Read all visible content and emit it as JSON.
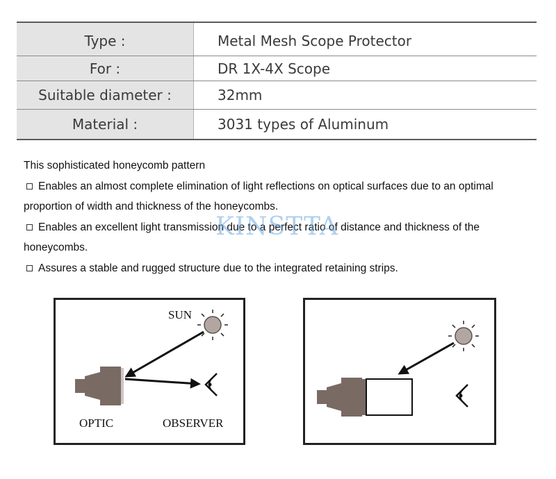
{
  "specs": [
    {
      "label": "Type :",
      "value": "Metal Mesh Scope Protector"
    },
    {
      "label": "For :",
      "value": "DR 1X-4X Scope"
    },
    {
      "label": "Suitable diameter :",
      "value": "32mm"
    },
    {
      "label": "Material :",
      "value": "3031 types of Aluminum"
    }
  ],
  "description": {
    "intro": "This sophisticated honeycomb pattern",
    "bullets": [
      "Enables an almost complete elimination of light reflections on optical surfaces due to an optimal proportion of width and thickness of the honeycombs.",
      "Enables an excellent light transmission due to a perfect ratio of distance and thickness of the honeycombs.",
      "Assures a stable and rugged structure due to the integrated retaining strips."
    ]
  },
  "watermark": "KINSTTA",
  "diagram_left": {
    "sun_label": "SUN",
    "optic_label": "OPTIC",
    "observer_label": "OBSERVER"
  },
  "colors": {
    "label_bg": "#e4e4e4",
    "optic_fill": "#7a6a64",
    "sun_fill": "#b3a6a0",
    "watermark": "#6eaae1"
  },
  "icons": [
    "sun-icon",
    "optic-icon",
    "eye-icon",
    "arrow-icon"
  ]
}
